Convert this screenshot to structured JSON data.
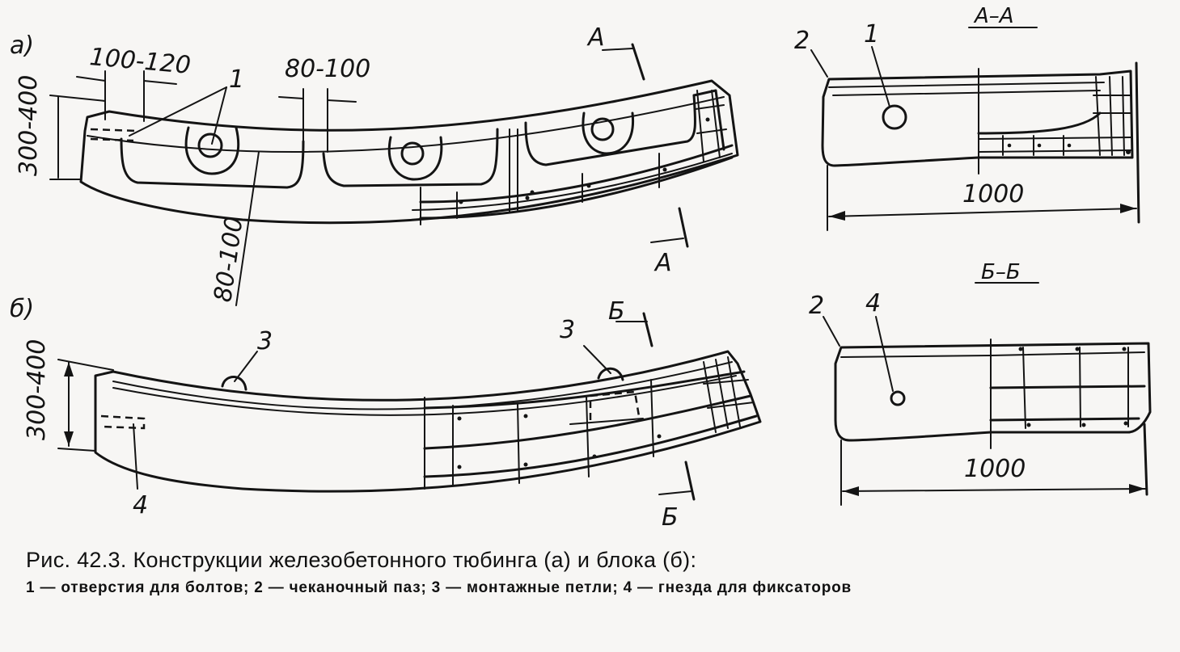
{
  "labels": {
    "view_a": "а)",
    "view_b": "б)",
    "section_aa_title": "А–А",
    "section_bb_title": "Б–Б",
    "cut_a": "А",
    "cut_b": "Б",
    "num_1": "1",
    "num_2": "2",
    "num_3": "3",
    "num_4": "4"
  },
  "dimensions": {
    "flange_100_120": "100-120",
    "rib_80_100": "80-100",
    "height_300_400": "300-400",
    "shell_80_100": "80-100",
    "length_1000": "1000"
  },
  "caption": {
    "title": "Рис. 42.3. Конструкции железобетонного тюбинга (а) и блока (б):",
    "legend": "1 — отверстия для болтов; 2 — чеканочный паз; 3 — монтажные петли; 4 — гнезда для фиксаторов"
  }
}
